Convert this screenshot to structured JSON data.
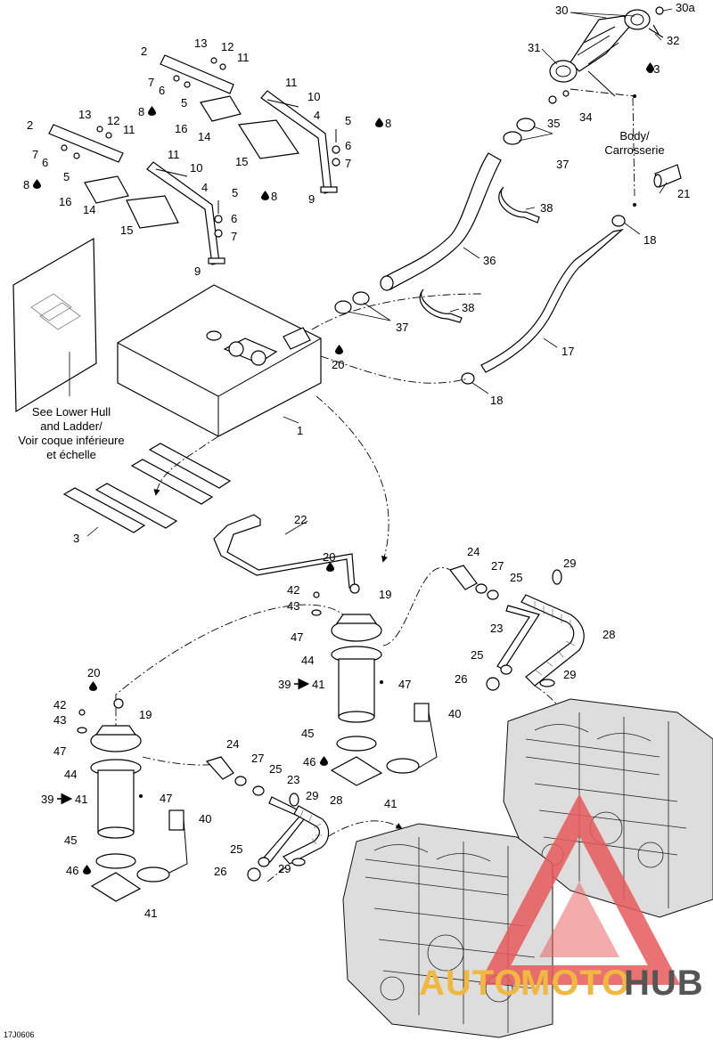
{
  "diagram": {
    "code": "17J0606",
    "notes": {
      "see_lower_hull": [
        "See Lower Hull",
        "and Ladder/",
        "Voir coque inférieure",
        "et échelle"
      ],
      "body": [
        "Body/",
        "Carrosserie"
      ]
    },
    "brand": {
      "text_left": "AUTO",
      "text_mid": "MOTO",
      "text_right": "HUB",
      "color_left": "#f0b840",
      "color_right": "#555555",
      "triangle_color": "#e85a5a"
    },
    "callouts": {
      "c30": "30",
      "c30a": "30a",
      "c31": "31",
      "c32": "32",
      "c33": "33",
      "c34": "34",
      "c35": "35",
      "c37a": "37",
      "c21": "21",
      "c18a": "18",
      "c38a": "38",
      "c36": "36",
      "c37b": "37",
      "c38b": "38",
      "c17": "17",
      "c18b": "18",
      "c20a": "20",
      "c1": "1",
      "c3": "3",
      "t2a": "2",
      "t13a": "13",
      "t12a": "12",
      "t11a": "11",
      "t7a": "7",
      "t6a": "6",
      "t5a": "5",
      "t8a": "8",
      "t11b": "11",
      "t10a": "10",
      "t4a": "4",
      "t16a": "16",
      "t14a": "14",
      "t5b": "5",
      "t8b": "8",
      "t15a": "15",
      "t6b": "6",
      "t7b": "7",
      "t9a": "9",
      "t2b": "2",
      "t13b": "13",
      "t12b": "12",
      "t11c": "11",
      "t7c": "7",
      "t6c": "6",
      "t5c": "5",
      "t8c": "8",
      "t11d": "11",
      "t10b": "10",
      "t4b": "4",
      "t16b": "16",
      "t14b": "14",
      "t5d": "5",
      "t8d": "8",
      "t15b": "15",
      "t6d": "6",
      "t7d": "7",
      "t9b": "9",
      "p22": "22",
      "p20b": "20",
      "p19a": "19",
      "p42a": "42",
      "p43a": "43",
      "p47a": "47",
      "p44a": "44",
      "p39a": "39",
      "p41a": "41",
      "p47b": "47",
      "p40a": "40",
      "p45a": "45",
      "p46a": "46",
      "p41b": "41",
      "p24a": "24",
      "p27a": "27",
      "p25a": "25",
      "p29a": "29",
      "p23a": "23",
      "p28a": "28",
      "p25b": "25",
      "p26a": "26",
      "p29b": "29",
      "q20c": "20",
      "q19b": "19",
      "q42b": "42",
      "q43b": "43",
      "q47c": "47",
      "q44b": "44",
      "q39b": "39",
      "q41c": "41",
      "q47d": "47",
      "q40b": "40",
      "q45b": "45",
      "q46b": "46",
      "q41d": "41",
      "q24b": "24",
      "q27b": "27",
      "q25c": "25",
      "q23b": "23",
      "q29c": "29",
      "q28b": "28",
      "q25d": "25",
      "q26b": "26",
      "q29d": "29"
    }
  }
}
